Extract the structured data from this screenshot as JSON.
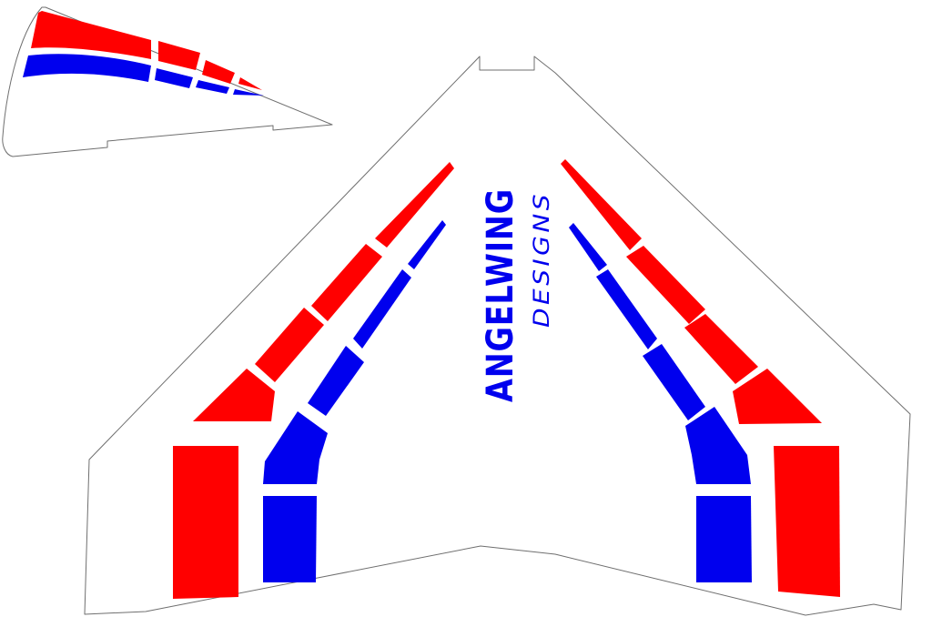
{
  "logo": {
    "main_text": "ANGELWING",
    "sub_text": "DESIGNS"
  },
  "colors": {
    "red": "#ff0000",
    "blue": "#0000ee",
    "background": "#ffffff",
    "outline": "#6f6f6f"
  },
  "parts": [
    "fin-template",
    "flying-wing-template"
  ]
}
